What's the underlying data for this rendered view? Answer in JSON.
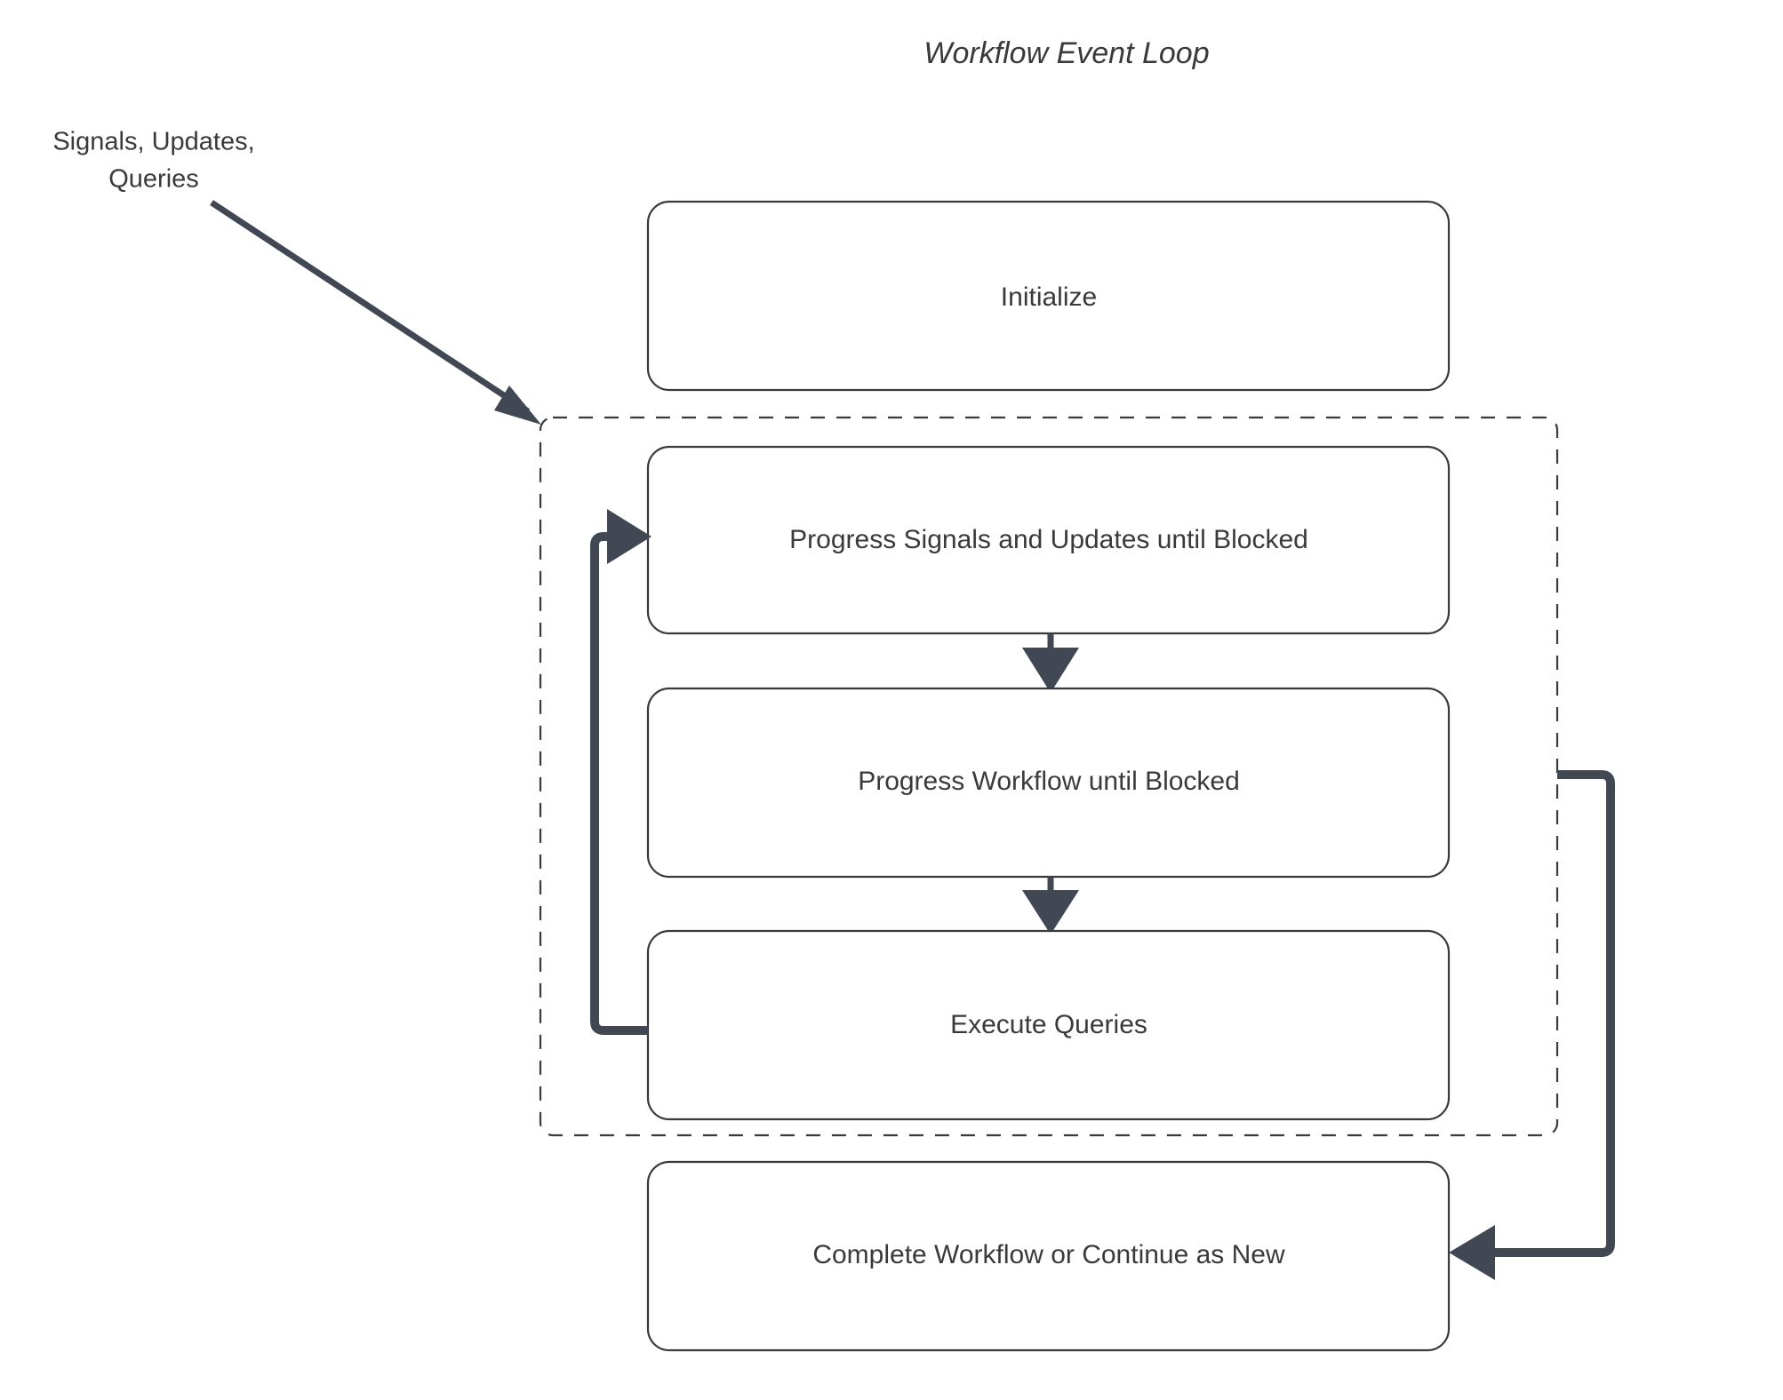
{
  "diagram": {
    "title": "Workflow Event Loop",
    "type": "flowchart",
    "orientation": "top-to-bottom",
    "colors": {
      "background": "#ffffff",
      "box_stroke": "#3a3a3a",
      "box_fill": "#ffffff",
      "text": "#3a3a3a",
      "connector": "#414753",
      "group_stroke": "#3a3a3a"
    },
    "external_label": {
      "line1": "Signals, Updates,",
      "line2": "Queries"
    },
    "nodes": [
      {
        "id": "initialize",
        "label": "Initialize",
        "inside_loop": false
      },
      {
        "id": "progress-signals",
        "label": "Progress Signals and Updates until Blocked",
        "inside_loop": true
      },
      {
        "id": "progress-workflow",
        "label": "Progress Workflow until Blocked",
        "inside_loop": true
      },
      {
        "id": "execute-queries",
        "label": "Execute Queries",
        "inside_loop": true
      },
      {
        "id": "complete-workflow",
        "label": "Complete Workflow or Continue as New",
        "inside_loop": false
      }
    ],
    "group": {
      "id": "event-loop-group",
      "label": "",
      "style": "dashed"
    },
    "edges": [
      {
        "from": "signals-updates-queries",
        "to": "event-loop-group",
        "style": "thin-diagonal-arrow"
      },
      {
        "from": "progress-signals",
        "to": "progress-workflow",
        "style": "down-arrow"
      },
      {
        "from": "progress-workflow",
        "to": "execute-queries",
        "style": "down-arrow"
      },
      {
        "from": "execute-queries",
        "to": "progress-signals",
        "style": "loop-back-left"
      },
      {
        "from": "event-loop-group",
        "to": "complete-workflow",
        "style": "exit-right-down"
      }
    ]
  }
}
